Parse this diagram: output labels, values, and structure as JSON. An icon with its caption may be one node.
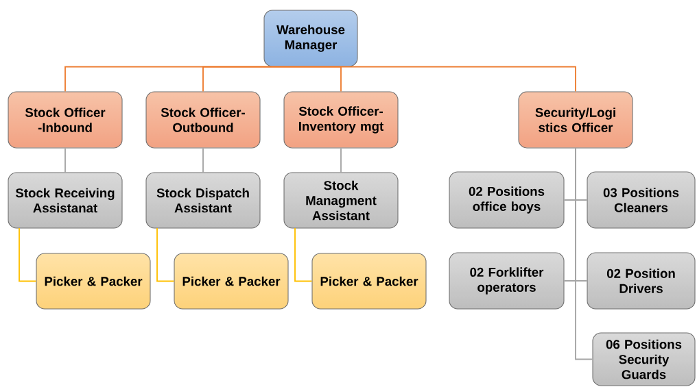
{
  "diagram": {
    "nodes": [
      {
        "text": [
          "Warehouse Manager"
        ]
      },
      {
        "text": [
          "Stock Officer -Inbound"
        ]
      },
      {
        "text": [
          "Stock Officer-Outbound"
        ]
      },
      {
        "text": [
          "Stock Officer-Inventory mgt"
        ]
      },
      {
        "text": [
          "Security/Logi stics Officer"
        ]
      },
      {
        "text": [
          "Stock Receiving Assistanat"
        ]
      },
      {
        "text": [
          "Stock Dispatch Assistant"
        ]
      },
      {
        "text": [
          "Stock Managment Assistant"
        ]
      },
      {
        "text": [
          "Picker & Packer"
        ]
      },
      {
        "text": [
          "Picker & Packer"
        ]
      },
      {
        "text": [
          "Picker & Packer"
        ]
      },
      {
        "text": [
          "02 Positions office boys"
        ]
      },
      {
        "text": [
          "03 Positions Cleaners"
        ]
      },
      {
        "text": [
          "02 Forklifter operators"
        ]
      },
      {
        "text": [
          "02 Position Drivers"
        ]
      },
      {
        "text": [
          "06 Positions Security Guards"
        ]
      }
    ],
    "edges": [
      {
        "from": 0,
        "to": 1,
        "arrow": "none",
        "color": "#ed7d31"
      },
      {
        "from": 0,
        "to": 2,
        "arrow": "none",
        "color": "#ed7d31"
      },
      {
        "from": 0,
        "to": 3,
        "arrow": "none",
        "color": "#ed7d31"
      },
      {
        "from": 0,
        "to": 4,
        "arrow": "none",
        "color": "#ed7d31"
      },
      {
        "from": 1,
        "to": 5,
        "arrow": "none"
      },
      {
        "from": 2,
        "to": 6,
        "arrow": "none"
      },
      {
        "from": 3,
        "to": 7,
        "arrow": "none"
      },
      {
        "from": 5,
        "to": 8,
        "arrow": "none",
        "color": "#ffc000"
      },
      {
        "from": 6,
        "to": 9,
        "arrow": "none",
        "color": "#ffc000"
      },
      {
        "from": 7,
        "to": 10,
        "arrow": "none",
        "color": "#ffc000"
      },
      {
        "from": 4,
        "to": 11,
        "arrow": "none"
      },
      {
        "from": 4,
        "to": 12,
        "arrow": "none"
      },
      {
        "from": 4,
        "to": 13,
        "arrow": "none"
      },
      {
        "from": 4,
        "to": 14,
        "arrow": "none"
      },
      {
        "from": 4,
        "to": 15,
        "arrow": "none"
      }
    ]
  }
}
